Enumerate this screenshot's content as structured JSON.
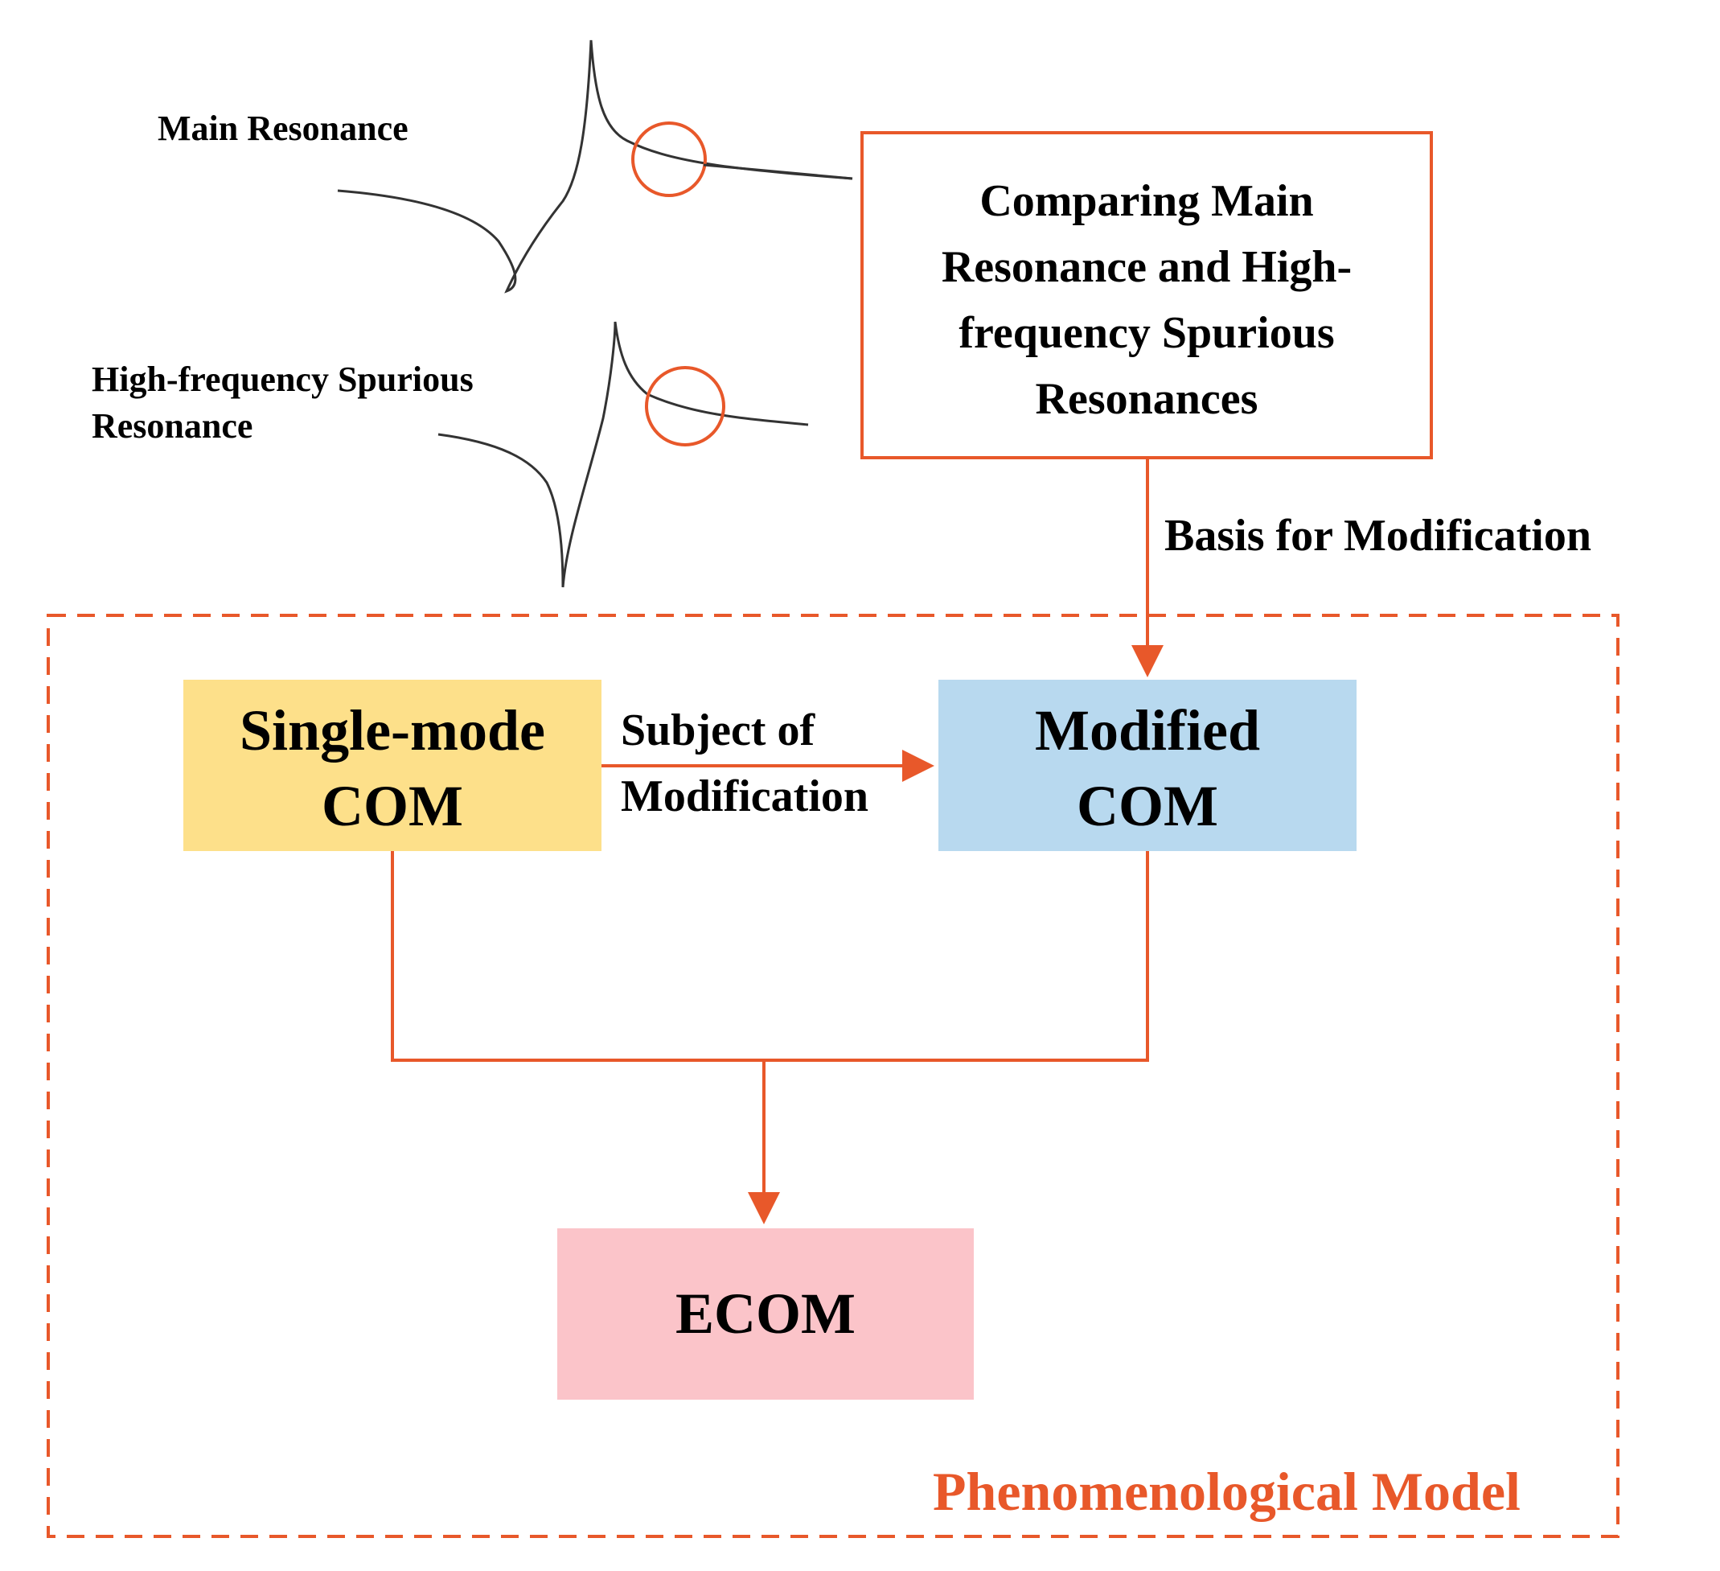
{
  "colors": {
    "accent": "#e8582a",
    "single_mode_fill": "#fde08a",
    "modified_fill": "#b8d9ef",
    "ecom_fill": "#fbc4c9",
    "curve": "#333333"
  },
  "curves": {
    "main_label": "Main Resonance",
    "spurious_label_line1": "High-frequency Spurious",
    "spurious_label_line2": "Resonance"
  },
  "comparing_box": {
    "line1": "Comparing Main",
    "line2": "Resonance and High-",
    "line3": "frequency Spurious",
    "line4": "Resonances"
  },
  "arrows": {
    "basis_label": "Basis for Modification",
    "subject_line1": "Subject of",
    "subject_line2": "Modification"
  },
  "boxes": {
    "single_mode_line1": "Single-mode",
    "single_mode_line2": "COM",
    "modified_line1": "Modified",
    "modified_line2": "COM",
    "ecom": "ECOM"
  },
  "region": {
    "label": "Phenomenological Model"
  }
}
